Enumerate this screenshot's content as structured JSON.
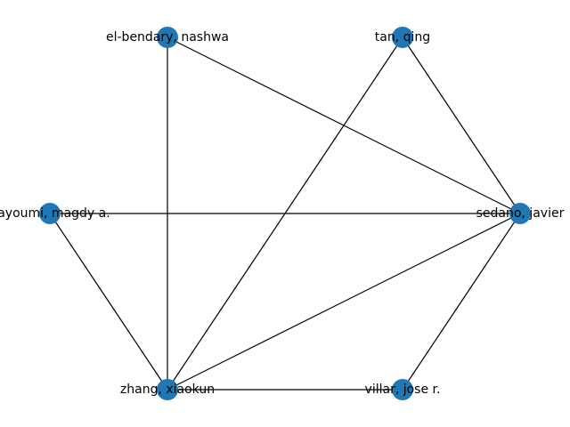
{
  "graph": {
    "node_color": "#1f77b4",
    "edge_color": "#000000",
    "nodes": [
      {
        "id": "el-bendary",
        "label": "el-bendary, nashwa"
      },
      {
        "id": "tan",
        "label": "tan, qing"
      },
      {
        "id": "bayoumi",
        "label": "bayoumi, magdy a."
      },
      {
        "id": "sedano",
        "label": "sedano, javier"
      },
      {
        "id": "zhang",
        "label": "zhang, xiaokun"
      },
      {
        "id": "villar",
        "label": "villar, jose r."
      }
    ],
    "edges": [
      {
        "source": "el-bendary",
        "target": "sedano"
      },
      {
        "source": "el-bendary",
        "target": "zhang"
      },
      {
        "source": "tan",
        "target": "sedano"
      },
      {
        "source": "tan",
        "target": "zhang"
      },
      {
        "source": "bayoumi",
        "target": "sedano"
      },
      {
        "source": "bayoumi",
        "target": "zhang"
      },
      {
        "source": "sedano",
        "target": "zhang"
      },
      {
        "source": "sedano",
        "target": "villar"
      },
      {
        "source": "zhang",
        "target": "villar"
      }
    ]
  }
}
